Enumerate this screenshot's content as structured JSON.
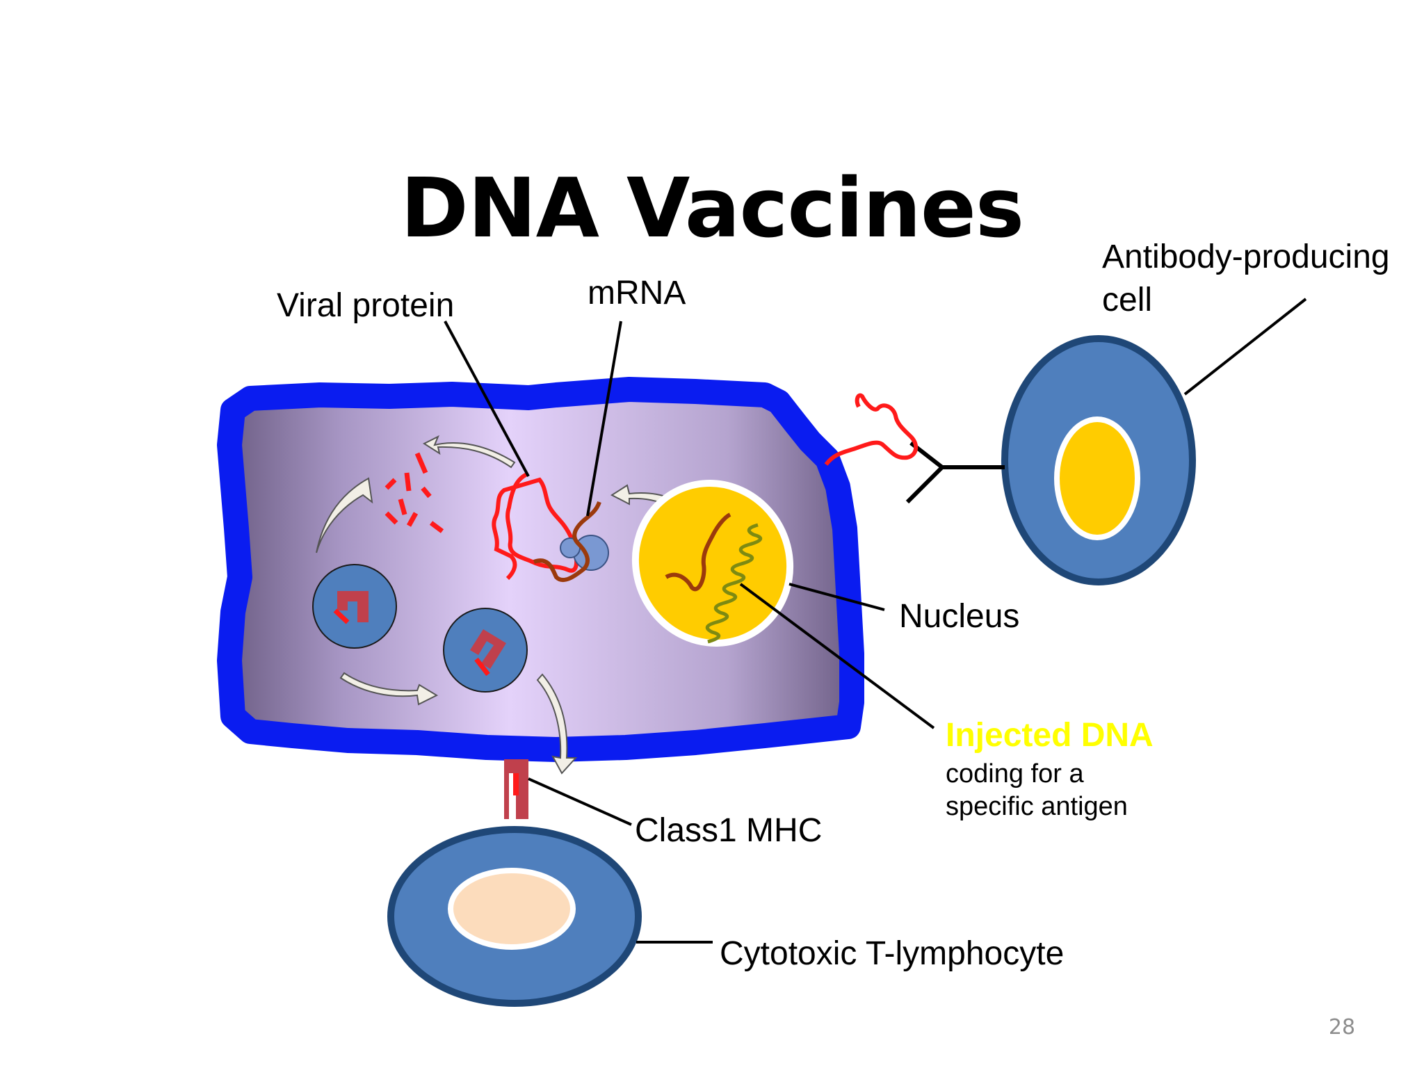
{
  "slide": {
    "title": "DNA Vaccines",
    "page_number": "28"
  },
  "labels": {
    "viral_protein": "Viral protein",
    "mrna": "mRNA",
    "antibody_cell_line1": "Antibody-producing",
    "antibody_cell_line2": "cell",
    "nucleus": "Nucleus",
    "injected_dna": "Injected DNA",
    "injected_dna_desc_line1": "coding for a",
    "injected_dna_desc_line2": "specific antigen",
    "class1_mhc": "Class1 MHC",
    "cytotoxic": "Cytotoxic T-lymphocyte"
  },
  "colors": {
    "membrane": "#0a1cf0",
    "cytoplasm_center": "#e4d2fa",
    "cytoplasm_edge": "#6e5f86",
    "nucleus": "#ffcc00",
    "cell_fill": "#4f7fbd",
    "cell_border": "#1f4777",
    "protein": "#ff1a1a",
    "mrna": "#9b3a0c",
    "dna": "#7d8a12",
    "mhc": "#c0404c",
    "injected_dna_label": "#ffff00",
    "tcell_nucleus": "#fcdcbc"
  }
}
